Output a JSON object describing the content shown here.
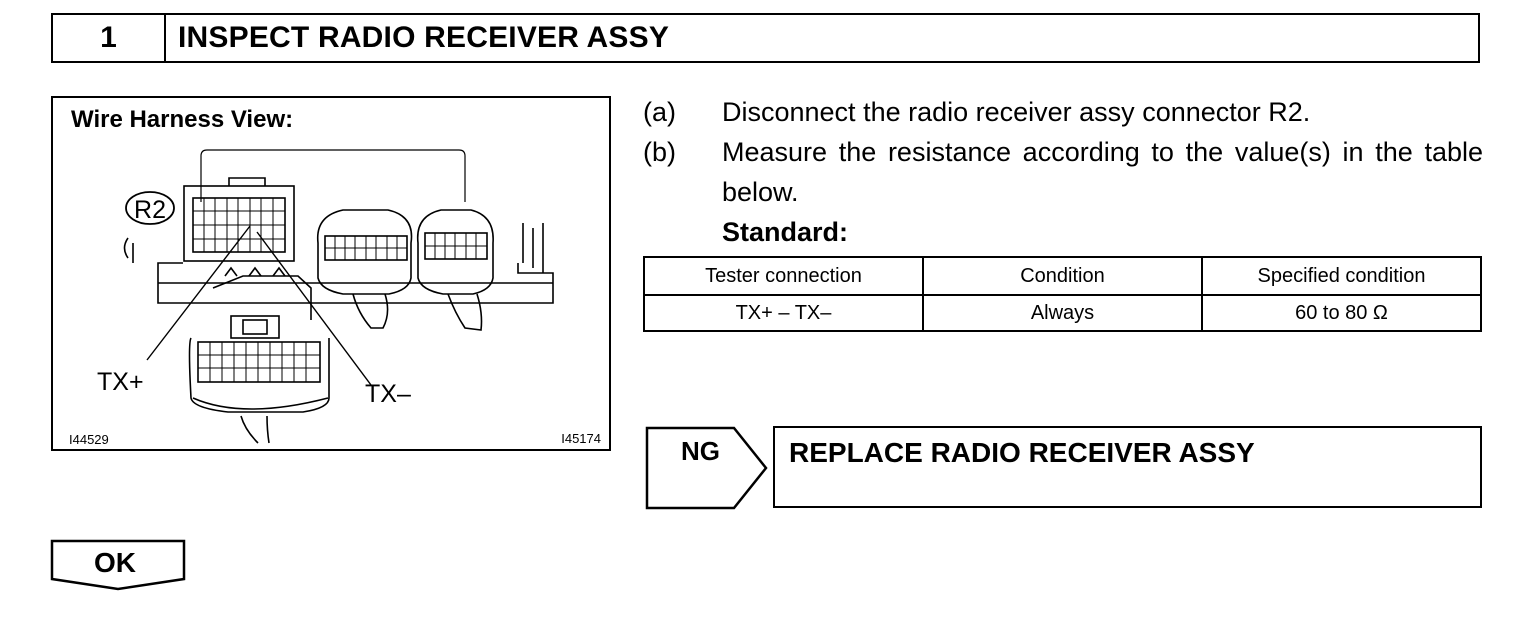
{
  "step": {
    "number": "1",
    "title": "INSPECT RADIO RECEIVER ASSY"
  },
  "figure": {
    "title": "Wire Harness View:",
    "connector_label": "R2",
    "callout_tx_plus": "TX+",
    "callout_tx_minus": "TX–",
    "id_left": "I44529",
    "id_right": "I45174"
  },
  "instructions": [
    {
      "label": "(a)",
      "text": "Disconnect the radio receiver assy connector R2."
    },
    {
      "label": "(b)",
      "text": "Measure the resistance according to the value(s) in the table below."
    }
  ],
  "standard_label": "Standard:",
  "table": {
    "headers": [
      "Tester connection",
      "Condition",
      "Specified condition"
    ],
    "rows": [
      [
        "TX+ – TX–",
        "Always",
        "60 to 80 Ω"
      ]
    ]
  },
  "ng": {
    "label": "NG",
    "action": "REPLACE RADIO RECEIVER ASSY"
  },
  "ok": {
    "label": "OK"
  }
}
